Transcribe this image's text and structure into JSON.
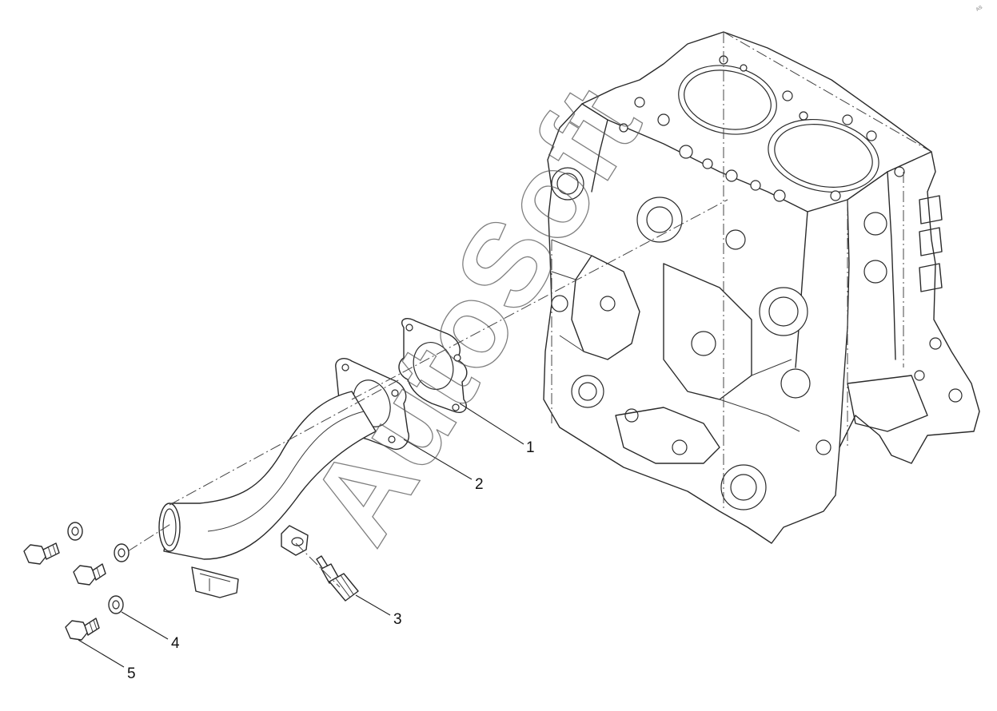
{
  "watermark": "AutoSoft",
  "corner_mark": "AS",
  "callouts": [
    {
      "id": "1",
      "label": "1"
    },
    {
      "id": "2",
      "label": "2"
    },
    {
      "id": "3",
      "label": "3"
    },
    {
      "id": "4",
      "label": "4"
    },
    {
      "id": "5",
      "label": "5"
    }
  ]
}
